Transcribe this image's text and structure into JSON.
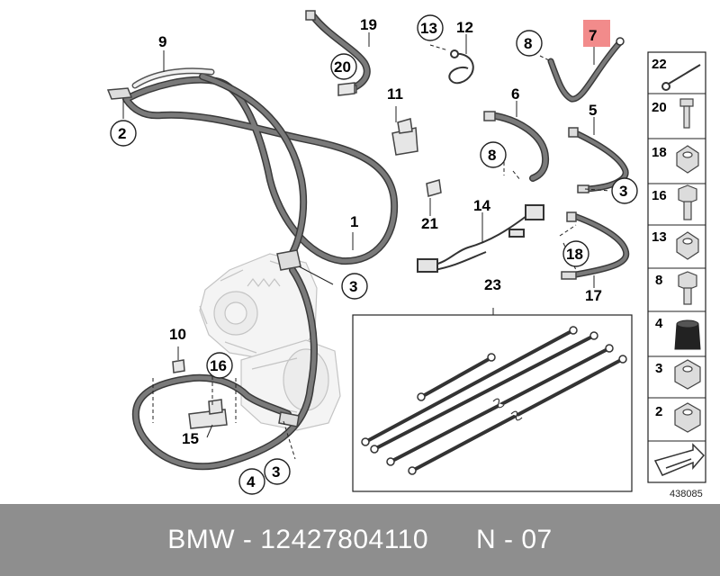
{
  "footer": {
    "brand": "BMW",
    "part_number": "12427804110",
    "variant": "N - 07",
    "text": "BMW - 12427804110      N - 07"
  },
  "diagram_id": "438085",
  "highlight_color": "#f28b8b",
  "callouts": {
    "c1": "1",
    "c2": "2",
    "c3a": "3",
    "c3b": "3",
    "c3c": "3",
    "c4": "4",
    "c5": "5",
    "c6": "6",
    "c7": "7",
    "c8a": "8",
    "c8b": "8",
    "c9": "9",
    "c10": "10",
    "c11": "11",
    "c12": "12",
    "c13": "13",
    "c14": "14",
    "c15": "15",
    "c16": "16",
    "c17": "17",
    "c18": "18",
    "c19": "19",
    "c20": "20",
    "c21": "21",
    "c23": "23"
  },
  "side_panel": [
    "22",
    "20",
    "18",
    "16",
    "13",
    "8",
    "4",
    "3",
    "2"
  ]
}
